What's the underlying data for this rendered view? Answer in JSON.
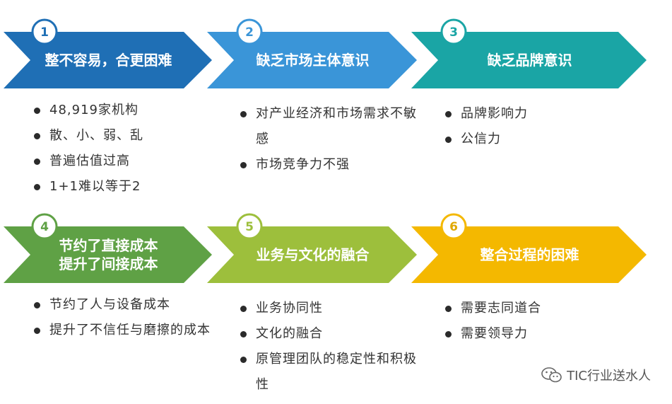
{
  "steps": [
    {
      "number": "1",
      "title_lines": [
        "整不容易，合更困难"
      ],
      "color": "#1f6fb5",
      "number_color": "#1f6fb5",
      "items": [
        "48,919家机构",
        "散、小、弱、乱",
        "普遍估值过高",
        "1+1难以等于2"
      ]
    },
    {
      "number": "2",
      "title_lines": [
        "缺乏市场主体意识"
      ],
      "color": "#3a95d8",
      "number_color": "#3a95d8",
      "items": [
        "对产业经济和市场需求不敏感",
        "市场竞争力不强"
      ]
    },
    {
      "number": "3",
      "title_lines": [
        "缺乏品牌意识"
      ],
      "color": "#1aa5a5",
      "number_color": "#1aa5a5",
      "items": [
        "品牌影响力",
        "公信力"
      ]
    },
    {
      "number": "4",
      "title_lines": [
        "节约了直接成本",
        "提升了间接成本"
      ],
      "color": "#5fa145",
      "number_color": "#5fa145",
      "items": [
        "节约了人与设备成本",
        "提升了不信任与磨擦的成本"
      ]
    },
    {
      "number": "5",
      "title_lines": [
        "业务与文化的融合"
      ],
      "color": "#9dbf3c",
      "number_color": "#9dbf3c",
      "items": [
        "业务协同性",
        "文化的融合",
        "原管理团队的稳定性和积极性"
      ]
    },
    {
      "number": "6",
      "title_lines": [
        "整合过程的困难"
      ],
      "color": "#f4b800",
      "number_color": "#e0a800",
      "items": [
        "需要志同道合",
        "需要领导力"
      ]
    }
  ],
  "watermark": {
    "text": "TIC行业送水人",
    "icon": "wechat-icon"
  }
}
